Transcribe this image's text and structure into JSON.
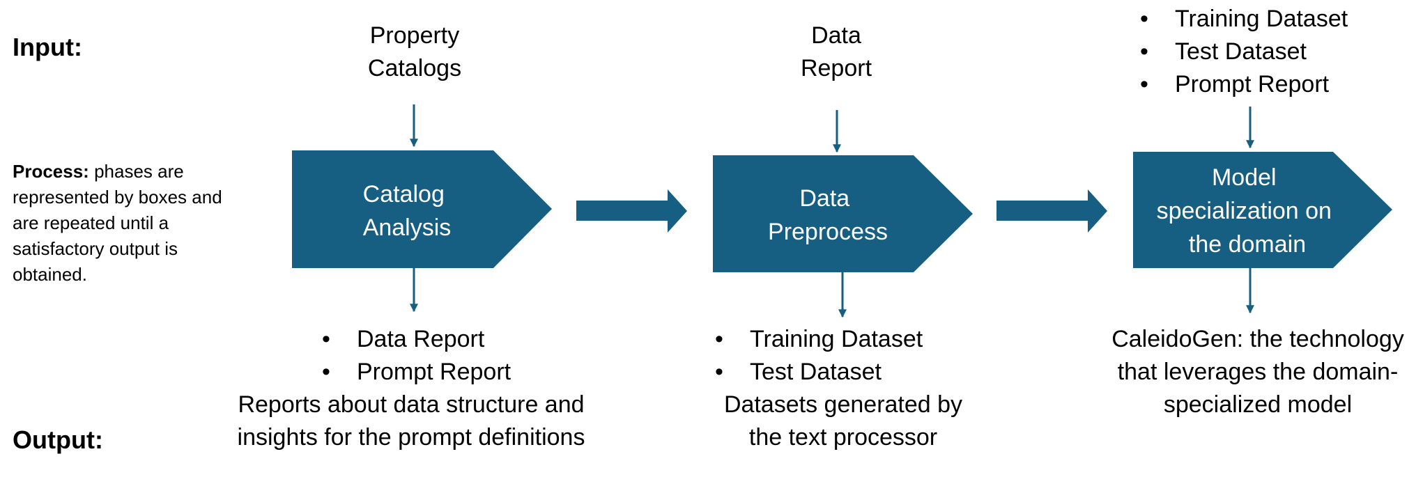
{
  "colors": {
    "box_fill": "#165f82",
    "connector": "#165f82",
    "text": "#000000",
    "background": "#ffffff"
  },
  "labels": {
    "input": "Input:",
    "process_title": "Process:",
    "process_text": "phases are represented by boxes and are repeated until a satisfactory output is obtained.",
    "output": "Output:"
  },
  "phases": [
    {
      "input_text": "Property Catalogs",
      "box_lines": [
        "Catalog",
        "Analysis"
      ],
      "output_bullets": [
        "Data Report",
        "Prompt Report"
      ],
      "output_caption": "Reports about data structure and insights for the prompt definitions"
    },
    {
      "input_text": "Data Report",
      "box_lines": [
        "Data",
        "Preprocess"
      ],
      "output_bullets": [
        "Training Dataset",
        "Test Dataset"
      ],
      "output_caption": "Datasets generated by the text processor"
    },
    {
      "input_bullets": [
        "Training Dataset",
        "Test Dataset",
        "Prompt Report"
      ],
      "box_lines": [
        "Model",
        "specialization on",
        "the domain"
      ],
      "output_caption": "CaleidoGen: the technology that leverages the domain-specialized model"
    }
  ]
}
